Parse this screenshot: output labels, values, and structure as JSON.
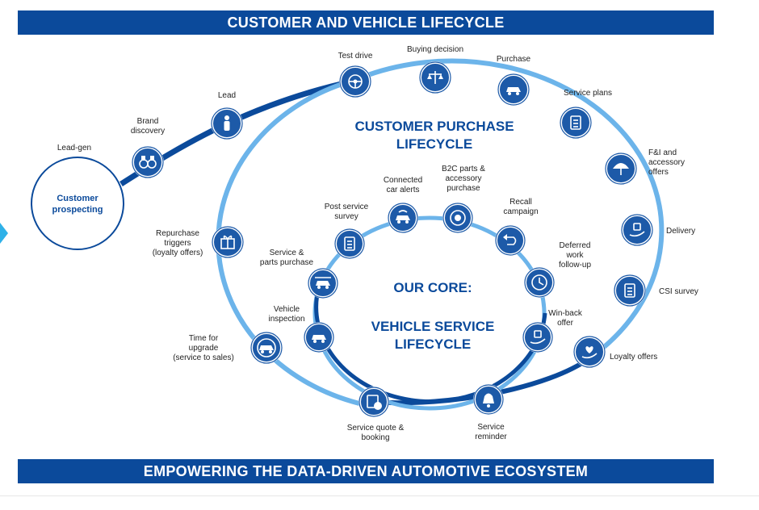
{
  "banners": {
    "top": "CUSTOMER AND VEHICLE LIFECYCLE",
    "bottom": "EMPOWERING THE DATA-DRIVEN AUTOMOTIVE ECOSYSTEM"
  },
  "prospecting": {
    "line1": "Customer",
    "line2": "prospecting"
  },
  "purchase_title": {
    "line1": "CUSTOMER PURCHASE",
    "line2": "LIFECYCLE"
  },
  "core_title": {
    "line1": "OUR CORE:",
    "line2": "VEHICLE SERVICE",
    "line3": "LIFECYCLE"
  },
  "lead_path": [
    {
      "icon": "none",
      "label": [
        "Lead-gen"
      ]
    },
    {
      "icon": "binoculars-icon",
      "label": [
        "Brand",
        "discovery"
      ]
    },
    {
      "icon": "person-icon",
      "label": [
        "Lead"
      ]
    }
  ],
  "outer_stages": [
    {
      "icon": "steering-wheel-icon",
      "label": [
        "Test drive"
      ]
    },
    {
      "icon": "scales-icon",
      "label": [
        "Buying decision"
      ]
    },
    {
      "icon": "car-dollar-icon",
      "label": [
        "Purchase"
      ]
    },
    {
      "icon": "service-plan-icon",
      "label": [
        "Service plans"
      ]
    },
    {
      "icon": "umbrella-dollar-icon",
      "label": [
        "F&I and",
        "accessory",
        "offers"
      ]
    },
    {
      "icon": "hand-key-icon",
      "label": [
        "Delivery"
      ]
    },
    {
      "icon": "clipboard-icon",
      "label": [
        "CSI survey"
      ]
    },
    {
      "icon": "heart-hands-icon",
      "label": [
        "Loyalty offers"
      ]
    },
    {
      "icon": "gift-icon",
      "label": [
        "Repurchase",
        "triggers",
        "(loyalty offers)"
      ]
    },
    {
      "icon": "car-cycle-icon",
      "label": [
        "Time for",
        "upgrade",
        "(service to sales)"
      ]
    }
  ],
  "inner_stages": [
    {
      "icon": "connected-car-icon",
      "label": [
        "Connected",
        "car alerts"
      ]
    },
    {
      "icon": "tire-icon",
      "label": [
        "B2C parts &",
        "accessory",
        "purchase"
      ]
    },
    {
      "icon": "return-arrow-icon",
      "label": [
        "Recall",
        "campaign"
      ]
    },
    {
      "icon": "clock-icon",
      "label": [
        "Deferred",
        "work",
        "follow-up"
      ]
    },
    {
      "icon": "hand-offer-icon",
      "label": [
        "Win-back",
        "offer"
      ]
    },
    {
      "icon": "bell-icon",
      "label": [
        "Service",
        "reminder"
      ]
    },
    {
      "icon": "quote-calendar-icon",
      "label": [
        "Service quote &",
        "booking"
      ]
    },
    {
      "icon": "car-inspect-icon",
      "label": [
        "Vehicle",
        "inspection"
      ]
    },
    {
      "icon": "car-lift-icon",
      "label": [
        "Service &",
        "parts purchase"
      ]
    },
    {
      "icon": "survey-icon",
      "label": [
        "Post service",
        "survey"
      ]
    }
  ],
  "colors": {
    "dark_blue": "#0b4a9b",
    "light_blue": "#5aa7e0",
    "icon_ring": "#1d5aa8"
  }
}
